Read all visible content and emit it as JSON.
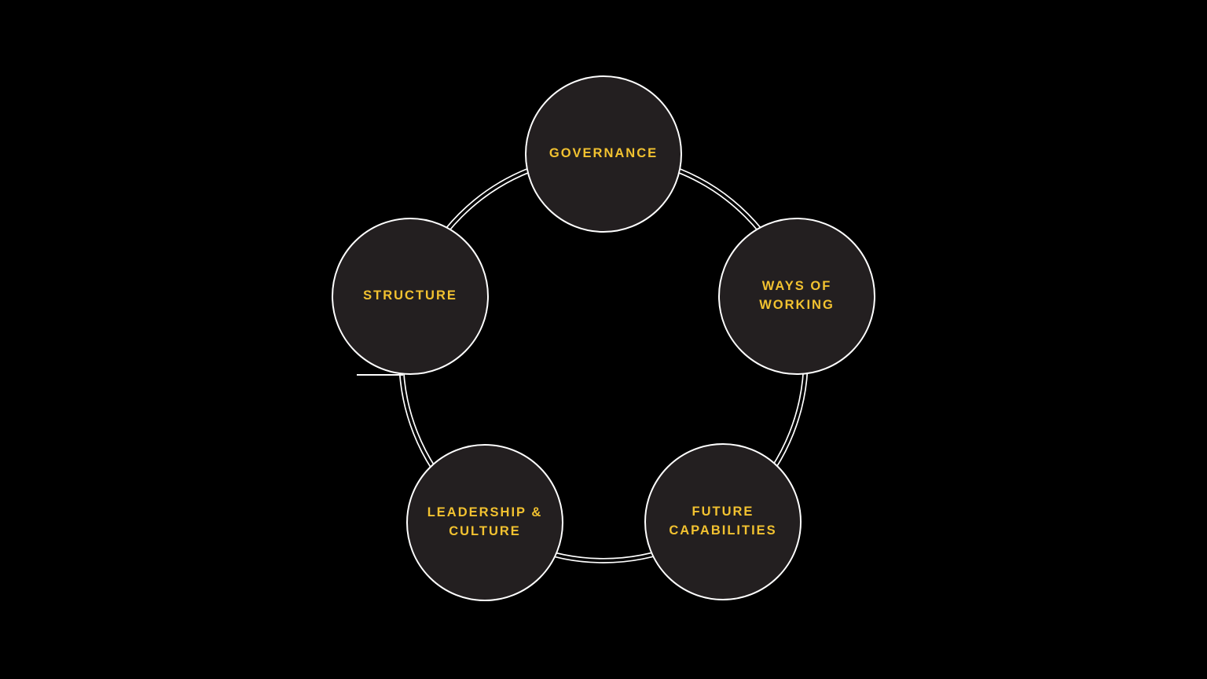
{
  "diagram": {
    "background_color": "#000000",
    "node_fill_color": "#231f20",
    "node_outline_color": "#ffffff",
    "label_color": "#f2c230",
    "ring_color": "#ffffff",
    "nodes": [
      {
        "id": "governance",
        "label": "GOVERNANCE"
      },
      {
        "id": "structure",
        "label": "STRUCTURE"
      },
      {
        "id": "ways-of-working",
        "label": "WAYS OF\nWORKING"
      },
      {
        "id": "leadership-culture",
        "label": "LEADERSHIP &\nCULTURE"
      },
      {
        "id": "future-capabilities",
        "label": "FUTURE\nCAPABILITIES"
      }
    ]
  }
}
